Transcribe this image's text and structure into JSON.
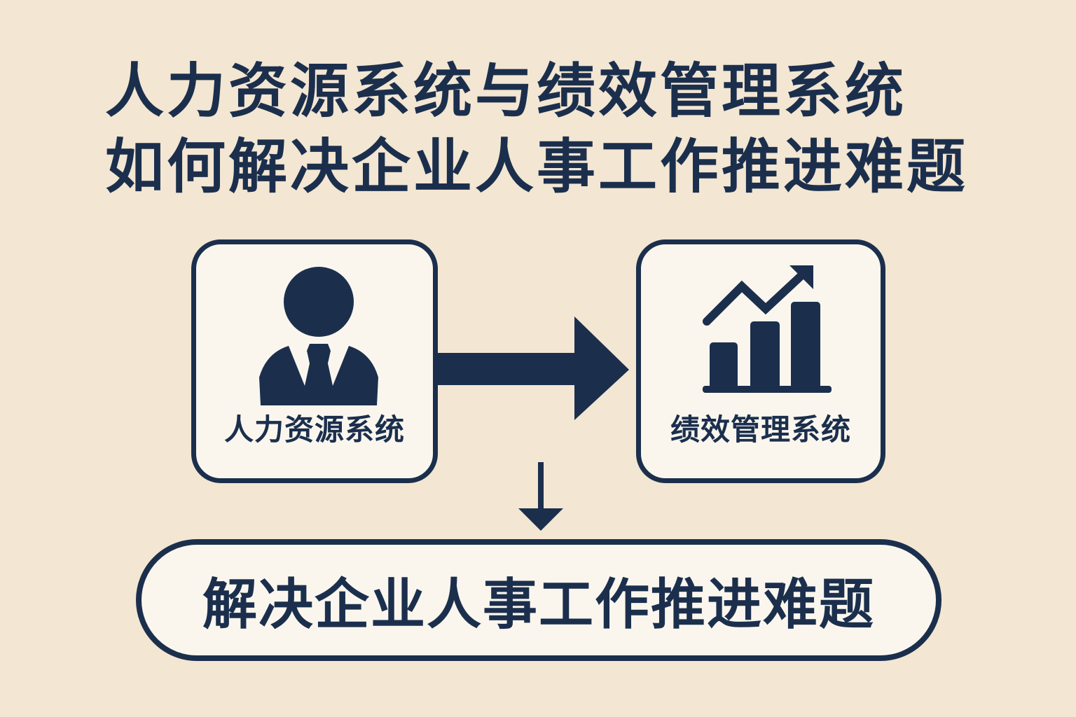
{
  "title": {
    "line1": "人力资源系统与绩效管理系统",
    "line2": "如何解决企业人事工作推进难题"
  },
  "nodes": [
    {
      "id": "hr",
      "label": "人力资源系统",
      "icon": "person-in-suit-icon"
    },
    {
      "id": "pm",
      "label": "绩效管理系统",
      "icon": "bar-chart-trend-up-icon"
    }
  ],
  "result": {
    "label": "解决企业人事工作推进难题"
  },
  "edges": [
    {
      "from": "hr",
      "to": "pm",
      "type": "right-arrow"
    },
    {
      "from": "hr+pm",
      "to": "result",
      "type": "down-arrow"
    }
  ],
  "colors": {
    "background": "#f3e6d2",
    "primary": "#1b2f4d",
    "box_fill": "#faf6ee"
  }
}
